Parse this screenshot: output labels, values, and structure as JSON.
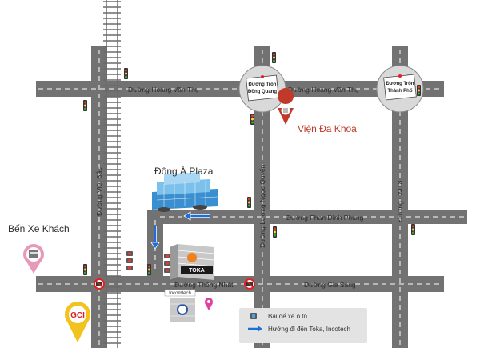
{
  "roads": {
    "hoang_van_thu_left": "Đường Hoàng Văn Thụ",
    "hoang_van_thu_right": "Đường Hoàng Văn Thụ",
    "viet_bac": "Đường Việt Bắc",
    "luong_ngoc_quyen": "Đường Lương Ngọc Quyến",
    "cmt8": "Đường CMT8",
    "phan_dinh_phung": "Đường Phan Đình Phùng",
    "thong_nhat": "Đường Thống Nhất",
    "gia_sang": "Đường Gia Sàng"
  },
  "roundabouts": {
    "dong_quang": {
      "line1": "Đường Tròn",
      "line2": "Đồng Quang"
    },
    "thanh_pho": {
      "line1": "Đường Tròn",
      "line2": "Thành Phố"
    }
  },
  "pois": {
    "vien_da_khoa": "Viện Đa Khoa",
    "dong_a_plaza": "Đông Á Plaza",
    "ben_xe_khach": "Bến Xe Khách",
    "incotech": "Incomtech",
    "toka": "TOKA",
    "logo": "GCI"
  },
  "legend": {
    "parking": "Bãi để xe ô tô",
    "direction": "Hướng đi đến Toka, Incotech"
  },
  "colors": {
    "road": "#727272",
    "road_dash": "#ffffff",
    "roundabout": "#d9d9d9",
    "arrow": "#1e6ed9",
    "poi_red": "#c0392b",
    "pin_pink": "#e040a0",
    "pin_yellow": "#f4c21f",
    "rail": "#6b6b6b"
  },
  "icons": [
    "traffic-light-icon",
    "map-pin-icon",
    "railway-icon",
    "parking-icon",
    "arrow-icon",
    "no-car-icon"
  ]
}
